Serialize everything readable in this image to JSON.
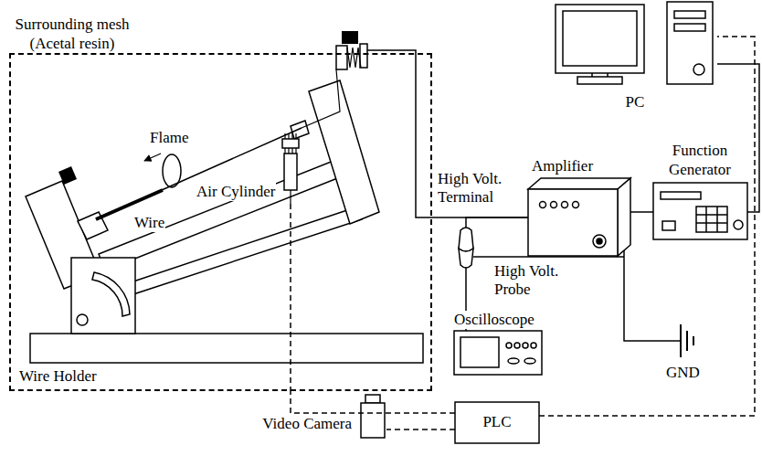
{
  "diagram": {
    "nodes": [
      {
        "text": [
          "Surrounding mesh (Acetal resin)"
        ]
      },
      {
        "text": [
          "PC"
        ]
      },
      {
        "text": [
          "Function Generator"
        ]
      },
      {
        "text": [
          "Amplifier"
        ]
      },
      {
        "text": [
          "Oscilloscope"
        ]
      },
      {
        "text": [
          "PLC"
        ]
      },
      {
        "text": [
          "Video Camera"
        ]
      }
    ],
    "edges": [
      {
        "from": 3,
        "to": 0,
        "arrow": "none"
      },
      {
        "from": 2,
        "to": 3,
        "arrow": "none"
      },
      {
        "from": 1,
        "to": 2,
        "arrow": "none"
      },
      {
        "from": 5,
        "to": 1,
        "arrow": "none"
      },
      {
        "from": 5,
        "to": 6,
        "arrow": "none"
      },
      {
        "from": 5,
        "to": 0,
        "arrow": "none"
      },
      {
        "from": 3,
        "to": 4,
        "arrow": "none"
      }
    ],
    "labels": [
      "Flame",
      "Wire",
      "Air Cylinder",
      "Wire Holder",
      "High Volt. Terminal",
      "High Volt. Probe",
      "GND"
    ]
  }
}
